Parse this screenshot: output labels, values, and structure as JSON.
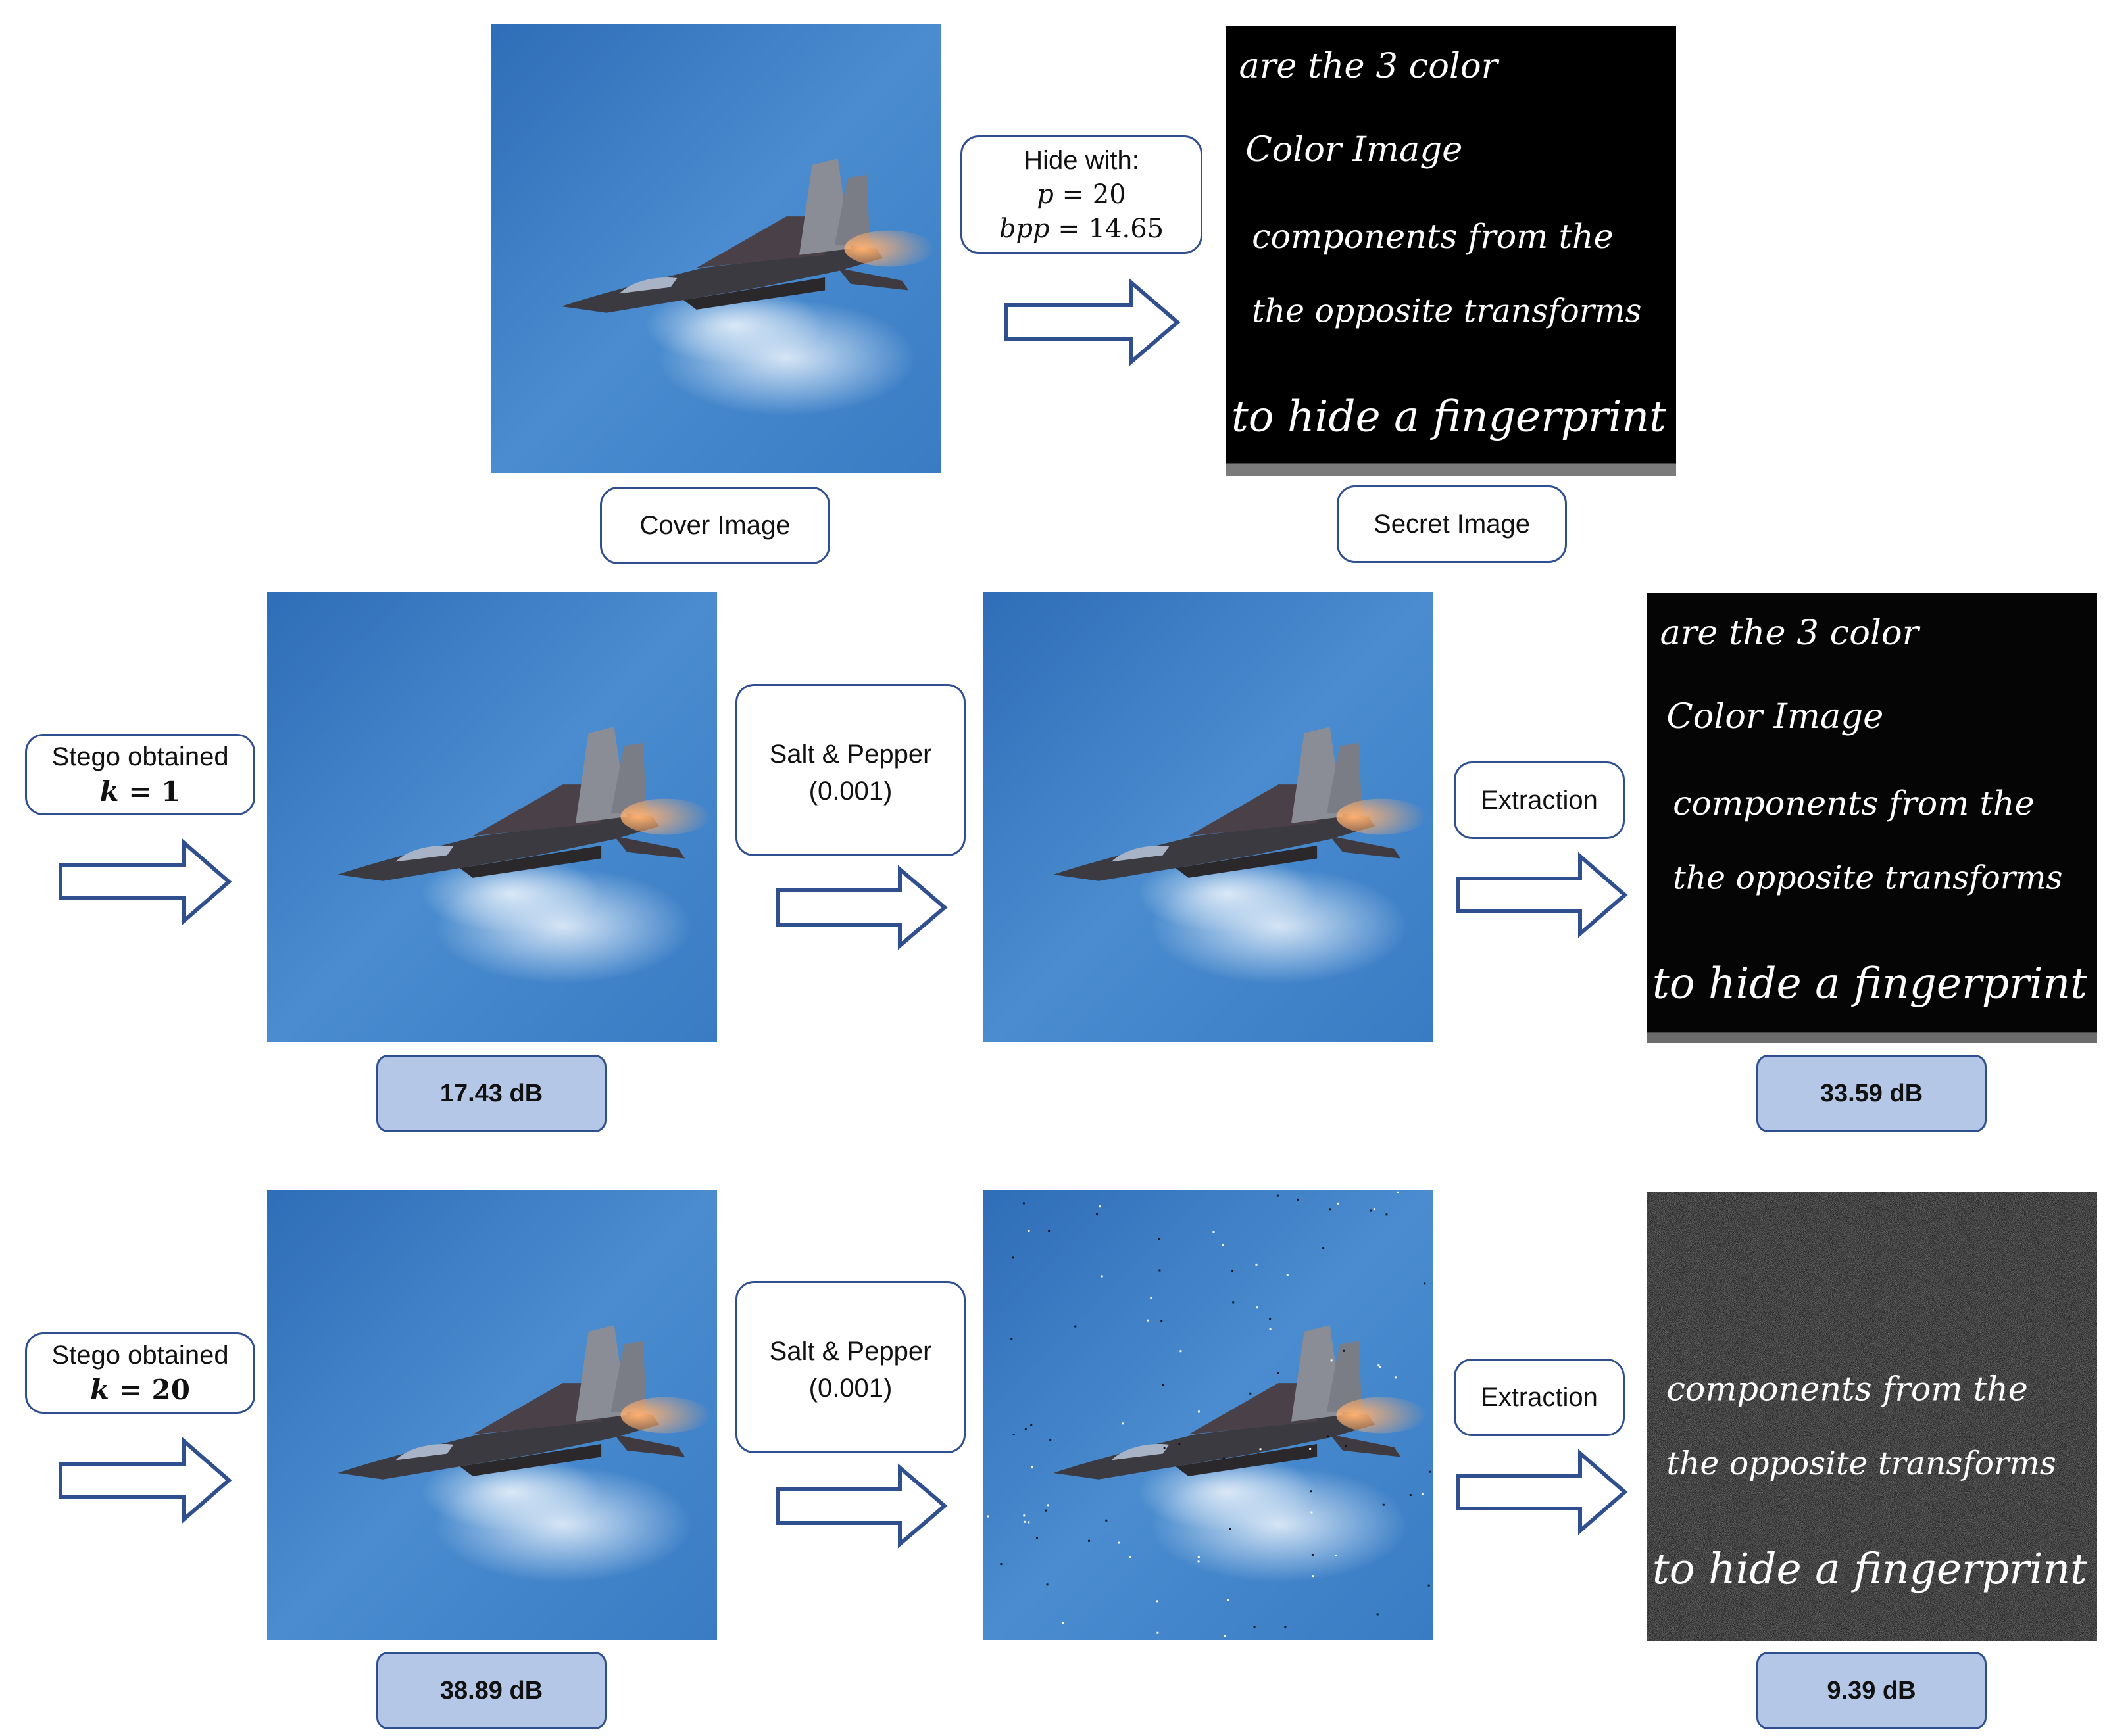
{
  "colors": {
    "arrow_stroke": "#2f4f8f",
    "box_border": "#2f4f8f",
    "metric_fill": "#b4c7e7",
    "sky": "#3d7cc1"
  },
  "top": {
    "cover_label": "Cover Image",
    "secret_label": "Secret Image",
    "hide": {
      "title": "Hide with:",
      "p_label": "p",
      "p_value": "= 20",
      "bpp_label": "bpp",
      "bpp_value": "=  14.65"
    }
  },
  "secret_text": {
    "line1": "are  the  3  color",
    "line2": "Color  Image",
    "line3": "components  from  the",
    "line4": "the  opposite  transforms",
    "line5": "to hide a fingerprint"
  },
  "rows": [
    {
      "stego_title": "Stego obtained",
      "k_label": "k",
      "k_value": "= 1",
      "noise_title": "Salt & Pepper",
      "noise_value": "(0.001)",
      "extraction_label": "Extraction",
      "stego_psnr": "17.43 dB",
      "extracted_psnr": "33.59 dB"
    },
    {
      "stego_title": "Stego obtained",
      "k_label": "k",
      "k_value": "= 20",
      "noise_title": "Salt & Pepper",
      "noise_value": "(0.001)",
      "extraction_label": "Extraction",
      "stego_psnr": "38.89 dB",
      "extracted_psnr": "9.39 dB"
    }
  ]
}
